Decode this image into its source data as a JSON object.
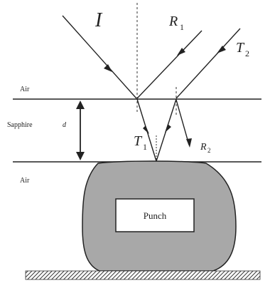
{
  "labels": {
    "incident": "I",
    "reflected_1": "R",
    "reflected_1_sub": "1",
    "transmitted_2": "T",
    "transmitted_2_sub": "2",
    "transmitted_1": "T",
    "transmitted_1_sub": "1",
    "reflected_2": "R",
    "reflected_2_sub": "2",
    "thickness": "d",
    "air_top": "Air",
    "sapphire": "Sapphire",
    "air_bottom": "Air",
    "punch": "Punch"
  },
  "colors": {
    "line": "#222222",
    "punch_fill": "#a8a8a8",
    "punch_box": "#ffffff",
    "background": "#ffffff"
  }
}
